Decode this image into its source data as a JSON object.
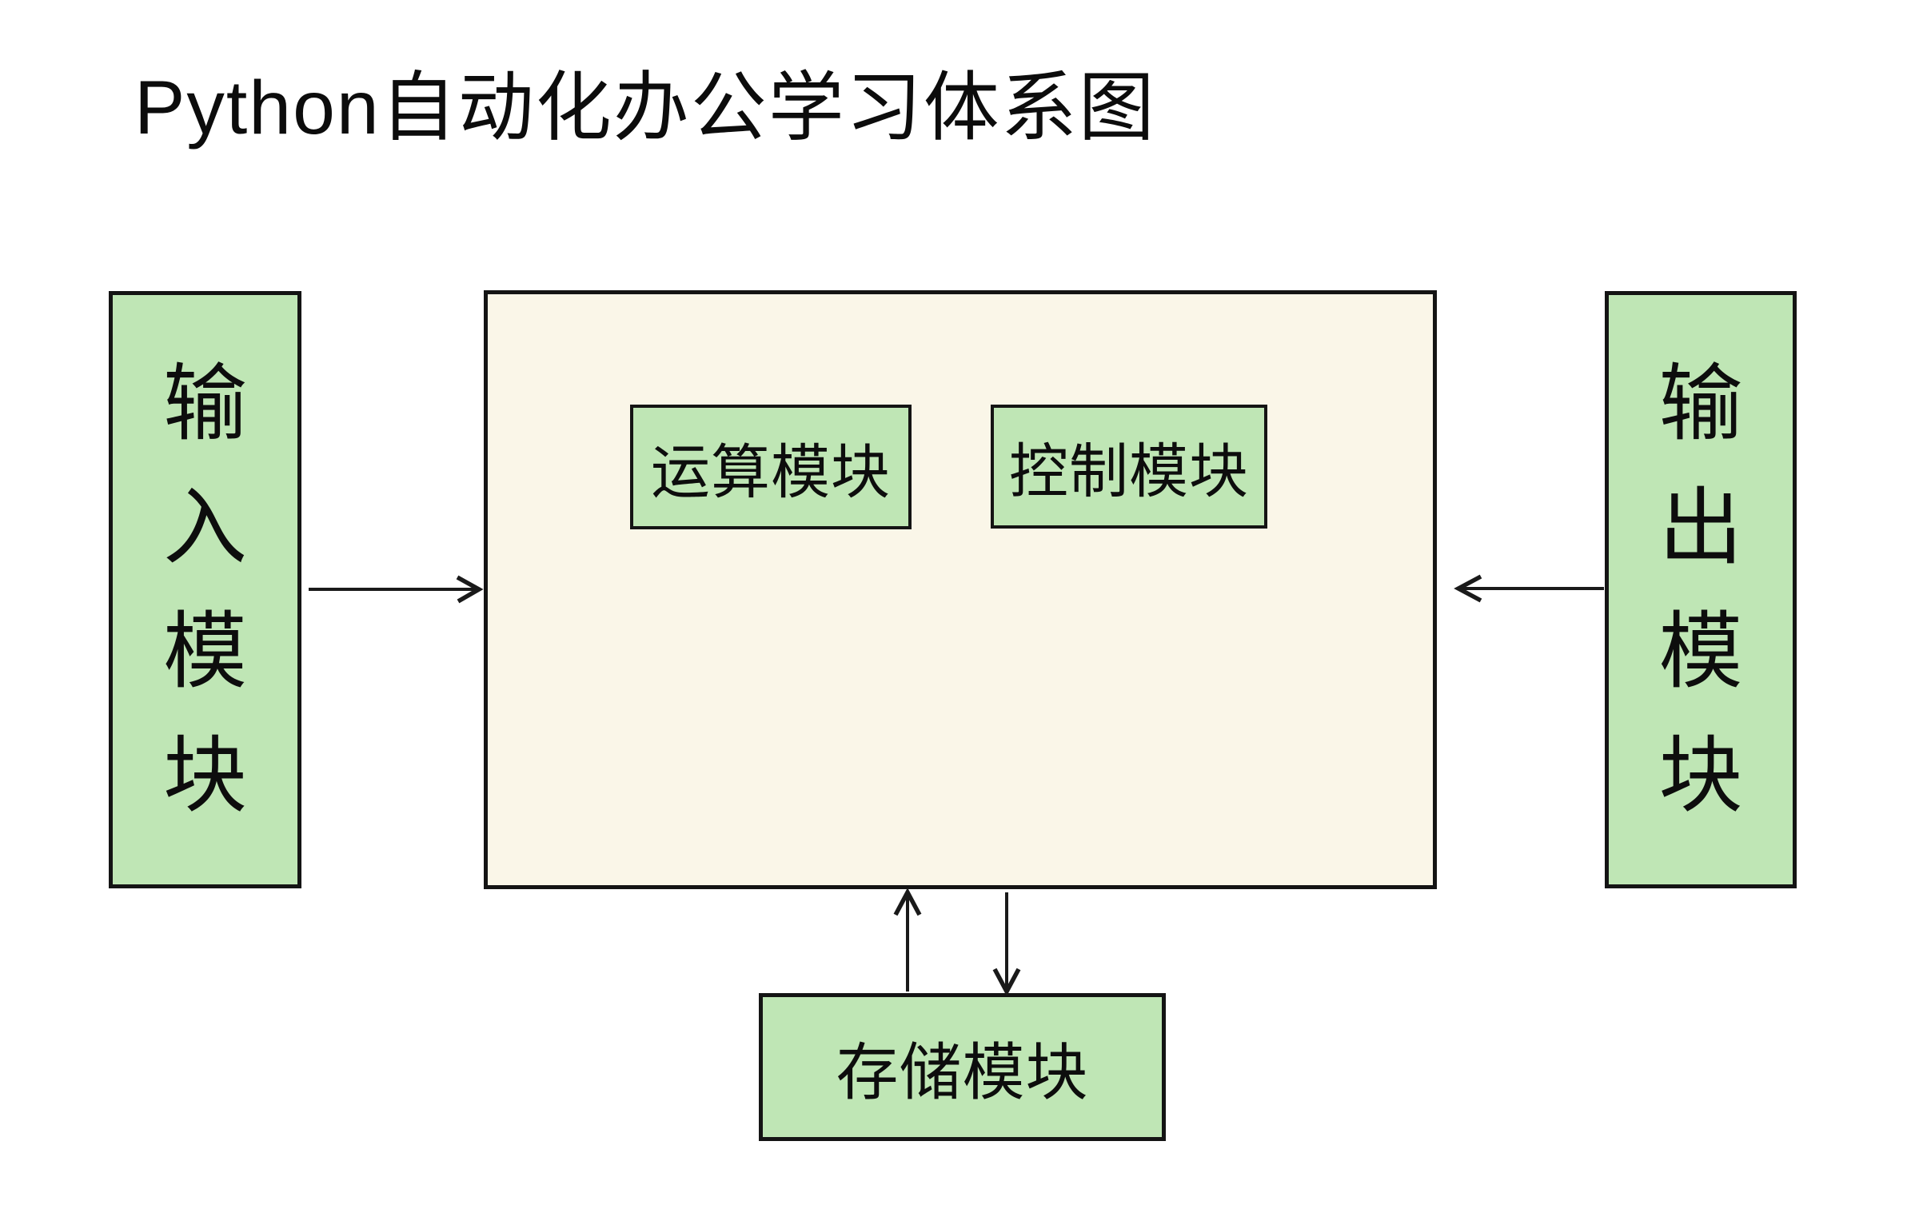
{
  "title": "Python自动化办公学习体系图",
  "modules": {
    "input": {
      "label": "输入模块"
    },
    "output": {
      "label": "输出模块"
    },
    "compute": {
      "label": "运算模块"
    },
    "control": {
      "label": "控制模块"
    },
    "storage": {
      "label": "存储模块"
    }
  },
  "arrows": {
    "input_to_processor": "points-right",
    "output_to_processor": "points-left",
    "storage_to_processor": "points-up",
    "processor_to_storage": "points-down"
  },
  "colors": {
    "module_fill": "#bfe6b5",
    "processor_fill": "#faf6e8",
    "border": "#141414",
    "arrow": "#1a1a1a",
    "text": "#0d0d0d",
    "background": "#ffffff"
  }
}
